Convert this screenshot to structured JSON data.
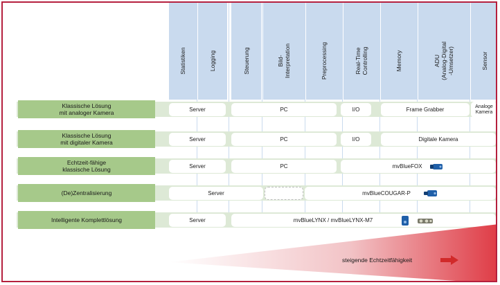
{
  "columns": [
    {
      "label": "Statistiken"
    },
    {
      "label": "Logging"
    },
    {
      "label": "Steuerung"
    },
    {
      "label": "Bild-\nInterpretation"
    },
    {
      "label": "Preprocessing"
    },
    {
      "label": "Real-Time\nControlling"
    },
    {
      "label": "Memory"
    },
    {
      "label": "ADU\n(Analog-Digital\n-Umsetzer)"
    },
    {
      "label": "Sensor"
    }
  ],
  "rows": [
    {
      "label": "Klassische Lösung\nmit analoger Kamera",
      "boxes": [
        "Server",
        "PC",
        "I/O",
        "Frame Grabber",
        "Analoge\nKamera"
      ]
    },
    {
      "label": "Klassische Lösung\nmit digitaler Kamera",
      "boxes": [
        "Server",
        "PC",
        "I/O",
        "Digitale Kamera"
      ]
    },
    {
      "label": "Echtzeit-fähige\nklassische Lösung",
      "boxes": [
        "Server",
        "PC",
        "mvBlueFOX"
      ]
    },
    {
      "label": "(De)Zentralisierung",
      "boxes": [
        "Server",
        "",
        "mvBlueCOUGAR-P"
      ]
    },
    {
      "label": "Intelligente Komplettlösung",
      "boxes": [
        "Server",
        "mvBlueLYNX / mvBlueLYNX-M7"
      ]
    }
  ],
  "footer": {
    "caption": "steigende Echtzeitfähigkeit"
  },
  "colors": {
    "frame": "#b51f3d",
    "column_header": "#c9daee",
    "row_label": "#a6c98a",
    "row_band": "#dde9d6",
    "wedge": "#d12a2a",
    "arrow": "#d12a2a",
    "camera": "#1f5fa8"
  },
  "icons": [
    "camera-icon",
    "arrow-right-icon"
  ]
}
